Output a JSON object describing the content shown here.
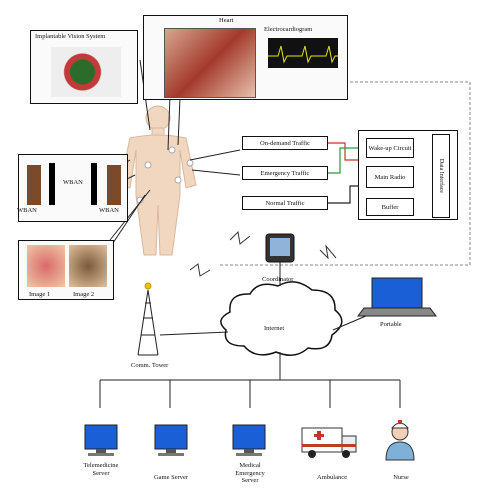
{
  "heart": {
    "title": "Heart",
    "ecg_title": "Electrocardiogram"
  },
  "vision": {
    "title": "Implantable Vision System"
  },
  "wban": {
    "left": "WBAN",
    "center": "WBAN",
    "right": "WBAN"
  },
  "images": {
    "image1": "Image 1",
    "image2": "Image 2"
  },
  "traffic": {
    "on_demand": "On-demand Traffic",
    "emergency": "Emergency Traffic",
    "normal": "Normal Traffic"
  },
  "radio": {
    "wakeup": "Wake-up Circuit",
    "main": "Main Radio",
    "buffer": "Buffer",
    "data_interface": "Data Interface"
  },
  "nodes": {
    "coordinator": "Coordinator",
    "internet": "Internet",
    "portable": "Portable",
    "comm_tower": "Comm. Tower"
  },
  "destinations": [
    {
      "label": "Telemedicine Server"
    },
    {
      "label": "Game Server"
    },
    {
      "label": "Medical Emergency Server"
    },
    {
      "label": "Ambulance"
    },
    {
      "label": "Nurse"
    }
  ],
  "colors": {
    "emergency_link": "#2a9a3a",
    "on_demand_link": "#c0392b",
    "dashed": "#888888"
  }
}
